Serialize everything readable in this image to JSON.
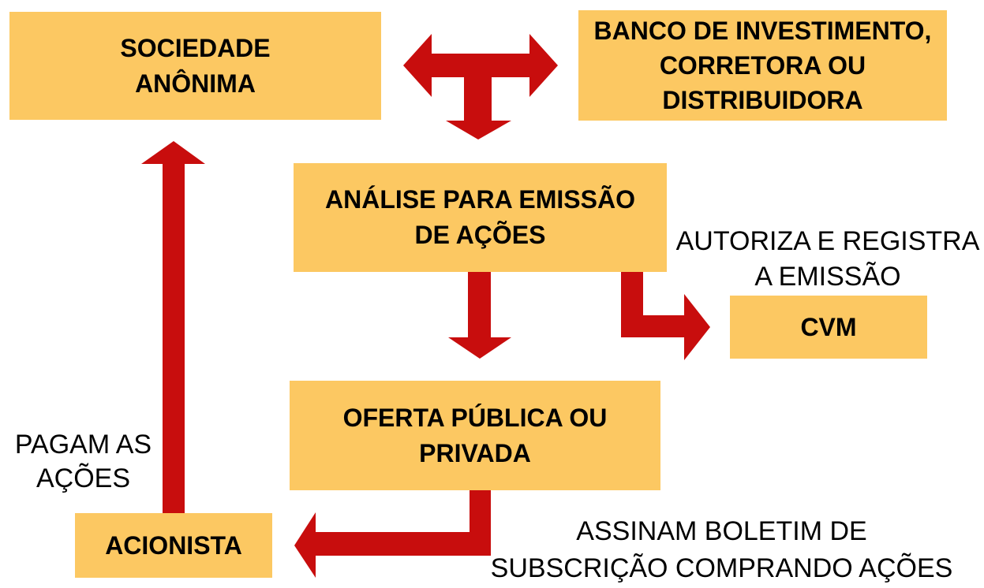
{
  "colors": {
    "background": "#FFFFFF",
    "box_fill": "#FCC862",
    "arrow": "#C80D0D",
    "text": "#000000"
  },
  "nodes": {
    "sociedade": {
      "label": [
        "SOCIEDADE",
        "ANÔNIMA"
      ]
    },
    "banco": {
      "label": [
        "BANCO DE INVESTIMENTO,",
        "CORRETORA OU",
        "DISTRIBUIDORA"
      ]
    },
    "analise": {
      "label": [
        "ANÁLISE PARA EMISSÃO",
        "DE AÇÕES"
      ]
    },
    "cvm": {
      "label": [
        "CVM"
      ]
    },
    "oferta": {
      "label": [
        "OFERTA PÚBLICA OU",
        "PRIVADA"
      ]
    },
    "acionista": {
      "label": [
        "ACIONISTA"
      ]
    }
  },
  "annotations": {
    "autoriza": {
      "label": [
        "AUTORIZA E REGISTRA",
        "A EMISSÃO"
      ]
    },
    "pagam": {
      "label": [
        "PAGAM AS",
        "AÇÕES"
      ]
    },
    "assinam": {
      "label": [
        "ASSINAM BOLETIM DE",
        "SUBSCRIÇÃO COMPRANDO AÇÕES"
      ]
    }
  },
  "connections": [
    {
      "from": "SOCIEDADE ANÔNIMA",
      "to": "BANCO DE INVESTIMENTO, CORRETORA OU DISTRIBUIDORA",
      "style": "bidirectional",
      "branch": "down to ANÁLISE PARA EMISSÃO DE AÇÕES"
    },
    {
      "from": "ANÁLISE PARA EMISSÃO DE AÇÕES",
      "to": "OFERTA PÚBLICA OU PRIVADA",
      "style": "straight-down"
    },
    {
      "from": "ANÁLISE PARA EMISSÃO DE AÇÕES",
      "to": "CVM",
      "style": "elbow-right",
      "label": "AUTORIZA E REGISTRA A EMISSÃO"
    },
    {
      "from": "OFERTA PÚBLICA OU PRIVADA",
      "to": "ACIONISTA",
      "style": "elbow-left",
      "label": "ASSINAM BOLETIM DE SUBSCRIÇÃO COMPRANDO AÇÕES"
    },
    {
      "from": "ACIONISTA",
      "to": "SOCIEDADE ANÔNIMA",
      "style": "straight-up",
      "label": "PAGAM AS AÇÕES"
    }
  ]
}
